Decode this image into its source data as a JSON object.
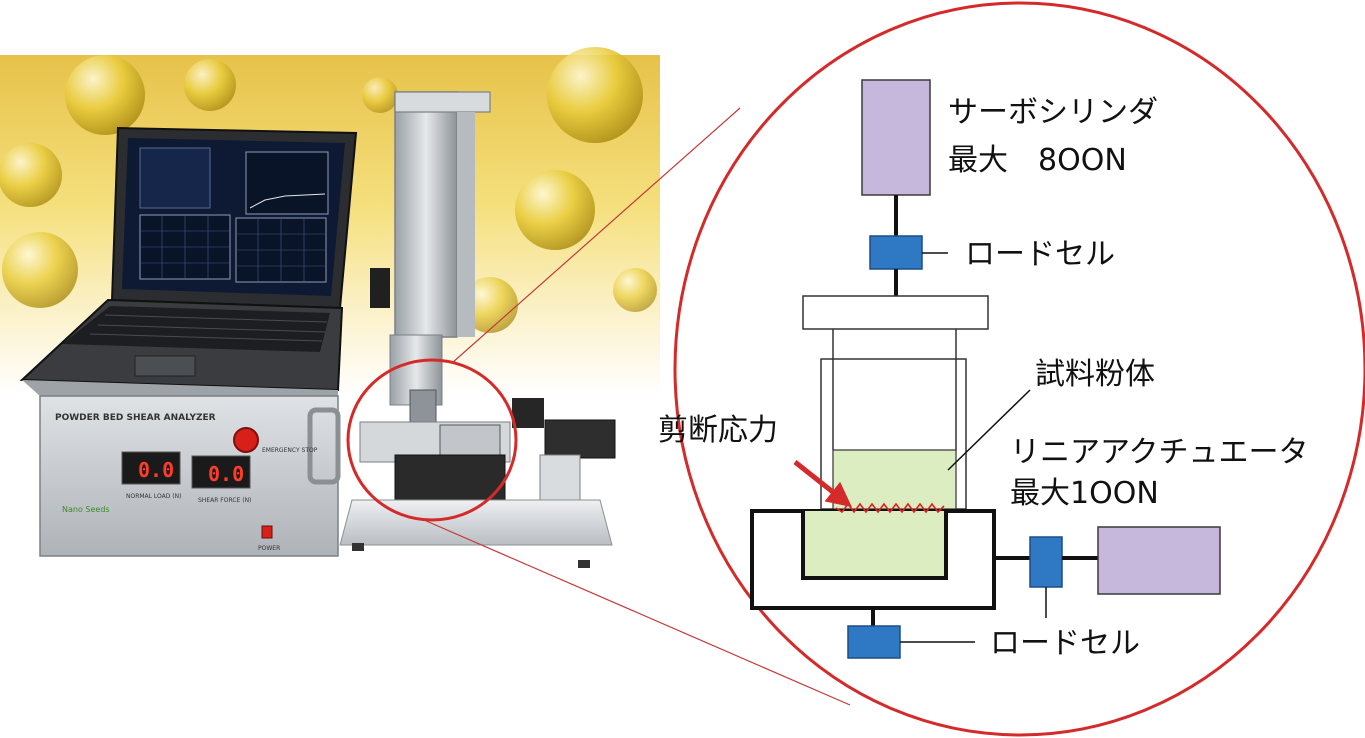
{
  "colors": {
    "circle": "#d42a2a",
    "arrow": "#d42a2a",
    "cylinder": "#c6b8dc",
    "load_cell": "#2f78c4",
    "powder": "#dcedc1",
    "shear_line": "#e02020",
    "bg_gold": "#f2d46a",
    "chassis": "#c9ccd0"
  },
  "photo": {
    "base_panel_title": "POWDER BED SHEAR ANALYZER",
    "normal_load_label": "NORMAL LOAD (N)",
    "shear_force_label": "SHEAR FORCE (N)",
    "normal_load_value": "0.0",
    "shear_force_value": "0.0",
    "emergency_label": "EMERGENCY STOP",
    "power_label": "POWER",
    "brand_text": "Nano Seeds"
  },
  "diagram": {
    "servo_cylinder": "サーボシリンダ",
    "servo_max": "最大　8OON",
    "load_cell_top": "ロードセル",
    "sample_powder": "試料粉体",
    "shear_stress": "剪断応力",
    "linear_actuator": "リニアアクチュエータ",
    "actuator_max": "最大1OON",
    "load_cell_bottom": "ロードセル"
  }
}
